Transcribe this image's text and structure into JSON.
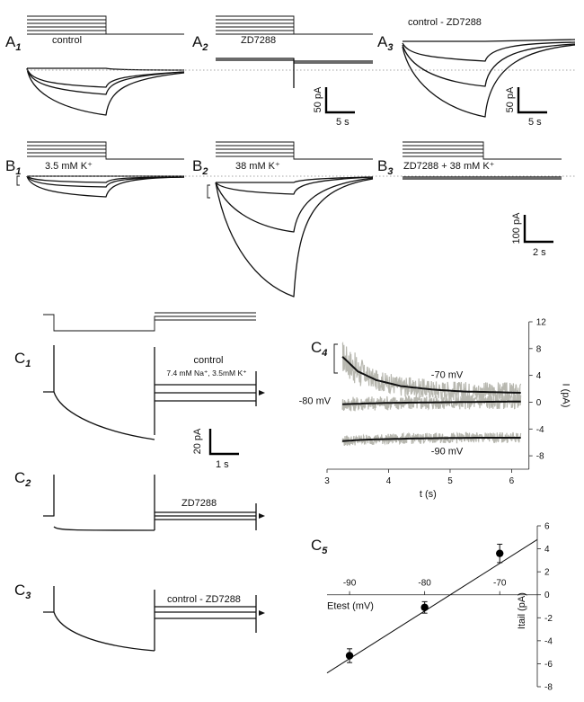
{
  "panels": {
    "A1": {
      "letter": "A",
      "num": "1",
      "condition": "control"
    },
    "A2": {
      "letter": "A",
      "num": "2",
      "condition": "ZD7288"
    },
    "A3": {
      "letter": "A",
      "num": "3",
      "condition": "control - ZD7288"
    },
    "B1": {
      "letter": "B",
      "num": "1",
      "condition": "3.5 mM K⁺"
    },
    "B2": {
      "letter": "B",
      "num": "2",
      "condition": "38 mM K⁺"
    },
    "B3": {
      "letter": "B",
      "num": "3",
      "condition": "ZD7288 + 38 mM K⁺"
    },
    "C1": {
      "letter": "C",
      "num": "1",
      "condition": "control",
      "solution": "7.4 mM Na⁺, 3.5mM K⁺"
    },
    "C2": {
      "letter": "C",
      "num": "2",
      "condition": "ZD7288"
    },
    "C3": {
      "letter": "C",
      "num": "3",
      "condition": "control - ZD7288"
    },
    "C4": {
      "letter": "C",
      "num": "4"
    },
    "C5": {
      "letter": "C",
      "num": "5"
    }
  },
  "scale_bars": {
    "A2": {
      "y": "50 pA",
      "x": "5 s"
    },
    "A3": {
      "y": "50 pA",
      "x": "5 s"
    },
    "B3": {
      "y": "100 pA",
      "x": "2 s"
    },
    "C1": {
      "y": "20 pA",
      "x": "1 s"
    }
  },
  "chart_data": [
    {
      "id": "C4",
      "type": "line",
      "xlabel": "t (s)",
      "ylabel": "I (pA)",
      "xlim": [
        3,
        6.3
      ],
      "ylim": [
        -10,
        12
      ],
      "xticks": [
        3,
        4,
        5,
        6
      ],
      "yticks": [
        -8,
        -4,
        0,
        4,
        8,
        12
      ],
      "series": [
        {
          "name": "-70 mV",
          "x": [
            3.25,
            3.5,
            3.8,
            4.2,
            4.7,
            5.2,
            5.7,
            6.15
          ],
          "y": [
            6.8,
            4.6,
            3.3,
            2.4,
            1.9,
            1.6,
            1.5,
            1.4
          ]
        },
        {
          "name": "-80 mV",
          "x": [
            3.25,
            3.6,
            4.0,
            4.5,
            5.0,
            5.5,
            6.15
          ],
          "y": [
            -0.3,
            -0.2,
            -0.1,
            -0.05,
            0.0,
            0.05,
            0.1
          ]
        },
        {
          "name": "-90 mV",
          "x": [
            3.25,
            3.6,
            4.0,
            4.5,
            5.0,
            5.5,
            6.15
          ],
          "y": [
            -5.8,
            -5.6,
            -5.5,
            -5.4,
            -5.35,
            -5.3,
            -5.3
          ]
        }
      ]
    },
    {
      "id": "C5",
      "type": "scatter",
      "xlabel": "Etest (mV)",
      "ylabel": "Itail (pA)",
      "xlim": [
        -93,
        -65
      ],
      "ylim": [
        -8,
        6
      ],
      "xticks": [
        -90,
        -80,
        -70
      ],
      "yticks": [
        -8,
        -6,
        -4,
        -2,
        0,
        2,
        4,
        6
      ],
      "points": {
        "x": [
          -90,
          -80,
          -70
        ],
        "y": [
          -5.3,
          -1.1,
          3.6
        ],
        "err": [
          0.6,
          0.5,
          0.8
        ]
      },
      "fit_line": {
        "x": [
          -93,
          -65
        ],
        "y": [
          -6.8,
          4.8
        ]
      }
    }
  ]
}
